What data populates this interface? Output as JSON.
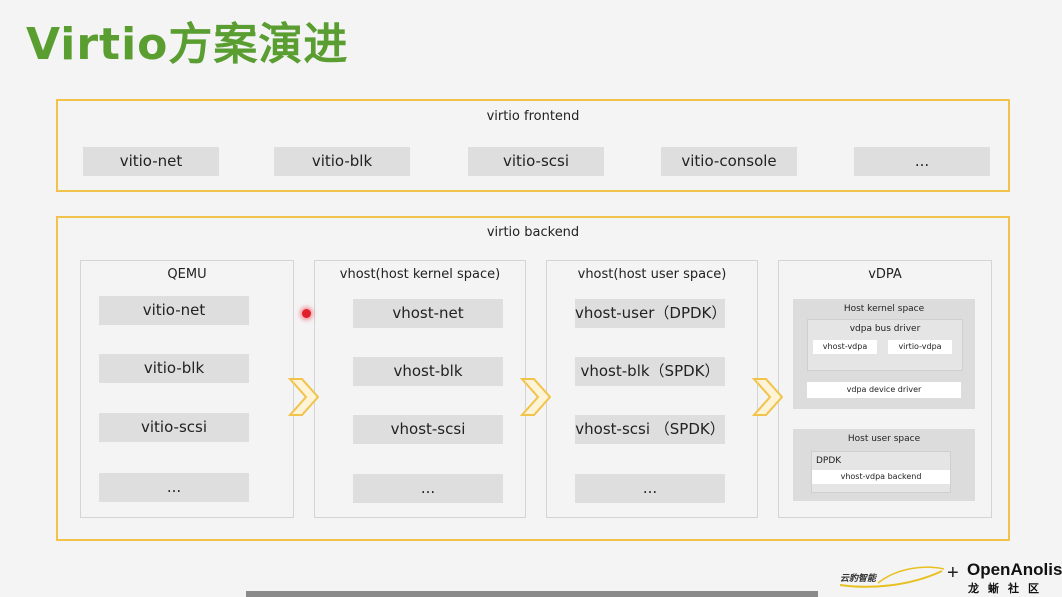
{
  "title": "Virtio方案演进",
  "frontend": {
    "title": "virtio frontend",
    "items": [
      "vitio-net",
      "vitio-blk",
      "vitio-scsi",
      "vitio-console",
      "..."
    ]
  },
  "backend": {
    "title": "virtio backend",
    "qemu": {
      "title": "QEMU",
      "items": [
        "vitio-net",
        "vitio-blk",
        "vitio-scsi",
        "..."
      ]
    },
    "vhost_kernel": {
      "title": "vhost(host kernel space)",
      "items": [
        "vhost-net",
        "vhost-blk",
        "vhost-scsi",
        "..."
      ]
    },
    "vhost_user": {
      "title": "vhost(host user space)",
      "items": [
        "vhost-user（DPDK）",
        "vhost-blk（SPDK）",
        "vhost-scsi （SPDK）",
        "..."
      ]
    },
    "vdpa": {
      "title": "vDPA",
      "kernel": {
        "title": "Host kernel space",
        "bus_driver": "vdpa bus driver",
        "vhost_vdpa": "vhost-vdpa",
        "virtio_vdpa": "virtio-vdpa",
        "device_driver": "vdpa device driver"
      },
      "user": {
        "title": "Host user space",
        "dpdk": "DPDK",
        "backend": "vhost-vdpa backend"
      }
    }
  },
  "footer": {
    "logo_left": "云豹智能",
    "plus": "+",
    "logo_right": "OpenAnolis",
    "logo_right_sub": "龙蜥社区"
  },
  "colors": {
    "title": "#5a9e32",
    "frame_border": "#f2c34a",
    "arrow": "#f2c34a"
  }
}
